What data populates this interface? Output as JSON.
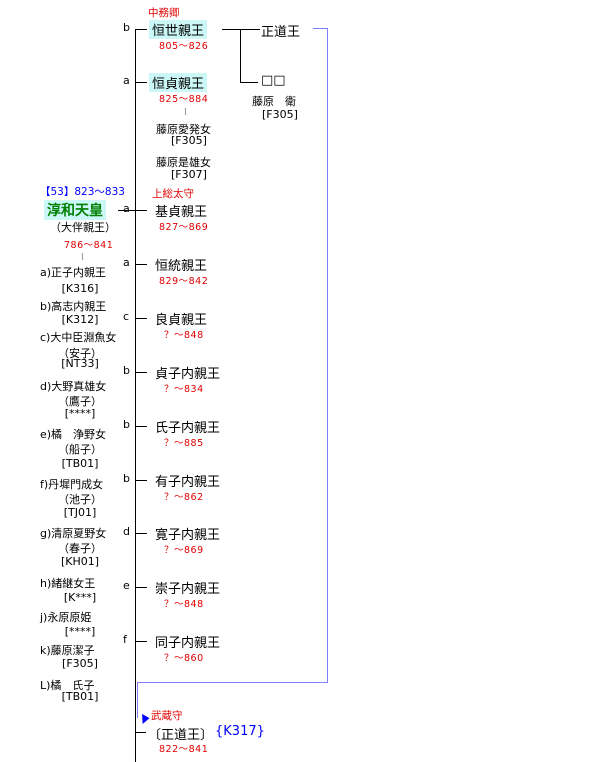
{
  "emperor": {
    "reign": "【53】823～833",
    "name": "淳和天皇",
    "alias": "（大伴親王）",
    "dates": "786～841"
  },
  "consorts": [
    {
      "name": "a)正子内親王",
      "code": "[K316]"
    },
    {
      "name": "b)高志内親王",
      "code": "[K312]"
    },
    {
      "name": "c)大中臣淵魚女",
      "alt": "（安子）",
      "code": "[NT33]"
    },
    {
      "name": "d)大野真雄女",
      "alt": "（鷹子）",
      "code": "[****]"
    },
    {
      "name": "e)橘　浄野女",
      "alt": "（船子）",
      "code": "[TB01]"
    },
    {
      "name": "f)丹墀門成女",
      "alt": "（池子）",
      "code": "[TJ01]"
    },
    {
      "name": "g)清原夏野女",
      "alt": "（春子）",
      "code": "[KH01]"
    },
    {
      "name": "h)緒継女王",
      "code": "[K***]"
    },
    {
      "name": "j)永原原姫",
      "code": "[****]"
    },
    {
      "name": "k)藤原潔子",
      "code": "[F305]"
    },
    {
      "name": "L)橘　氏子",
      "code": "[TB01]"
    }
  ],
  "children": [
    {
      "mother": "b",
      "name": "恒世親王",
      "dates": "805～826",
      "title": "中務卿"
    },
    {
      "mother": "a",
      "name": "恒貞親王",
      "dates": "825～884"
    },
    {
      "mother": "a",
      "name": "基貞親王",
      "dates": "827～869",
      "title": "上総太守"
    },
    {
      "mother": "a",
      "name": "恒統親王",
      "dates": "829～842"
    },
    {
      "mother": "c",
      "name": "良貞親王",
      "dates": "？～848"
    },
    {
      "mother": "b",
      "name": "貞子内親王",
      "dates": "？～834"
    },
    {
      "mother": "b",
      "name": "氏子内親王",
      "dates": "？～885"
    },
    {
      "mother": "b",
      "name": "有子内親王",
      "dates": "？～862"
    },
    {
      "mother": "d",
      "name": "寛子内親王",
      "dates": "？～869"
    },
    {
      "mother": "e",
      "name": "崇子内親王",
      "dates": "？～848"
    },
    {
      "mother": "f",
      "name": "同子内親王",
      "dates": "？～860"
    }
  ],
  "tsuneyo_children": [
    {
      "name": "正道王"
    },
    {
      "name": "□□",
      "mother": "藤原　衛",
      "code": "[F305]"
    }
  ],
  "tsunesada_wives": [
    {
      "name": "藤原愛発女",
      "code": "[F305]"
    },
    {
      "name": "藤原是雄女",
      "code": "[F307]"
    }
  ],
  "adopted": {
    "title": "武蔵守",
    "name": "〔正道王〕",
    "ref": "{K317}",
    "dates": "822～841"
  }
}
